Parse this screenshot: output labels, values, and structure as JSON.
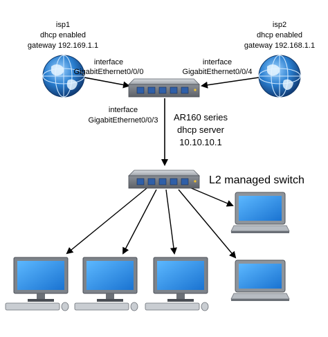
{
  "isp1": {
    "name": "isp1",
    "dhcp": "dhcp enabled",
    "gateway": "gateway 192.169.1.1",
    "icon": "globe-icon",
    "interface_title": "interface",
    "interface_name": "GigabitEthernet0/0/0"
  },
  "isp2": {
    "name": "isp2",
    "dhcp": "dhcp enabled",
    "gateway": "gateway 192.168.1.1",
    "icon": "globe-icon",
    "interface_title": "interface",
    "interface_name": "GigabitEthernet0/0/4"
  },
  "router": {
    "icon": "router-icon",
    "model": "AR160 series",
    "role": "dhcp server",
    "ip": "10.10.10.1",
    "downlink_title": "interface",
    "downlink_name": "GigabitEthernet0/0/3"
  },
  "switch": {
    "icon": "switch-icon",
    "label": "L2 managed switch"
  },
  "clients": [
    {
      "type": "desktop",
      "icon": "desktop-computer-icon"
    },
    {
      "type": "desktop",
      "icon": "desktop-computer-icon"
    },
    {
      "type": "desktop",
      "icon": "desktop-computer-icon"
    },
    {
      "type": "laptop",
      "icon": "laptop-icon"
    },
    {
      "type": "laptop",
      "icon": "laptop-icon"
    }
  ],
  "colors": {
    "globe": "#2a7fd0",
    "screen": "#1f8fe0",
    "device_body": "#8a8f96",
    "port": "#2f5fa8",
    "link": "#000000"
  }
}
